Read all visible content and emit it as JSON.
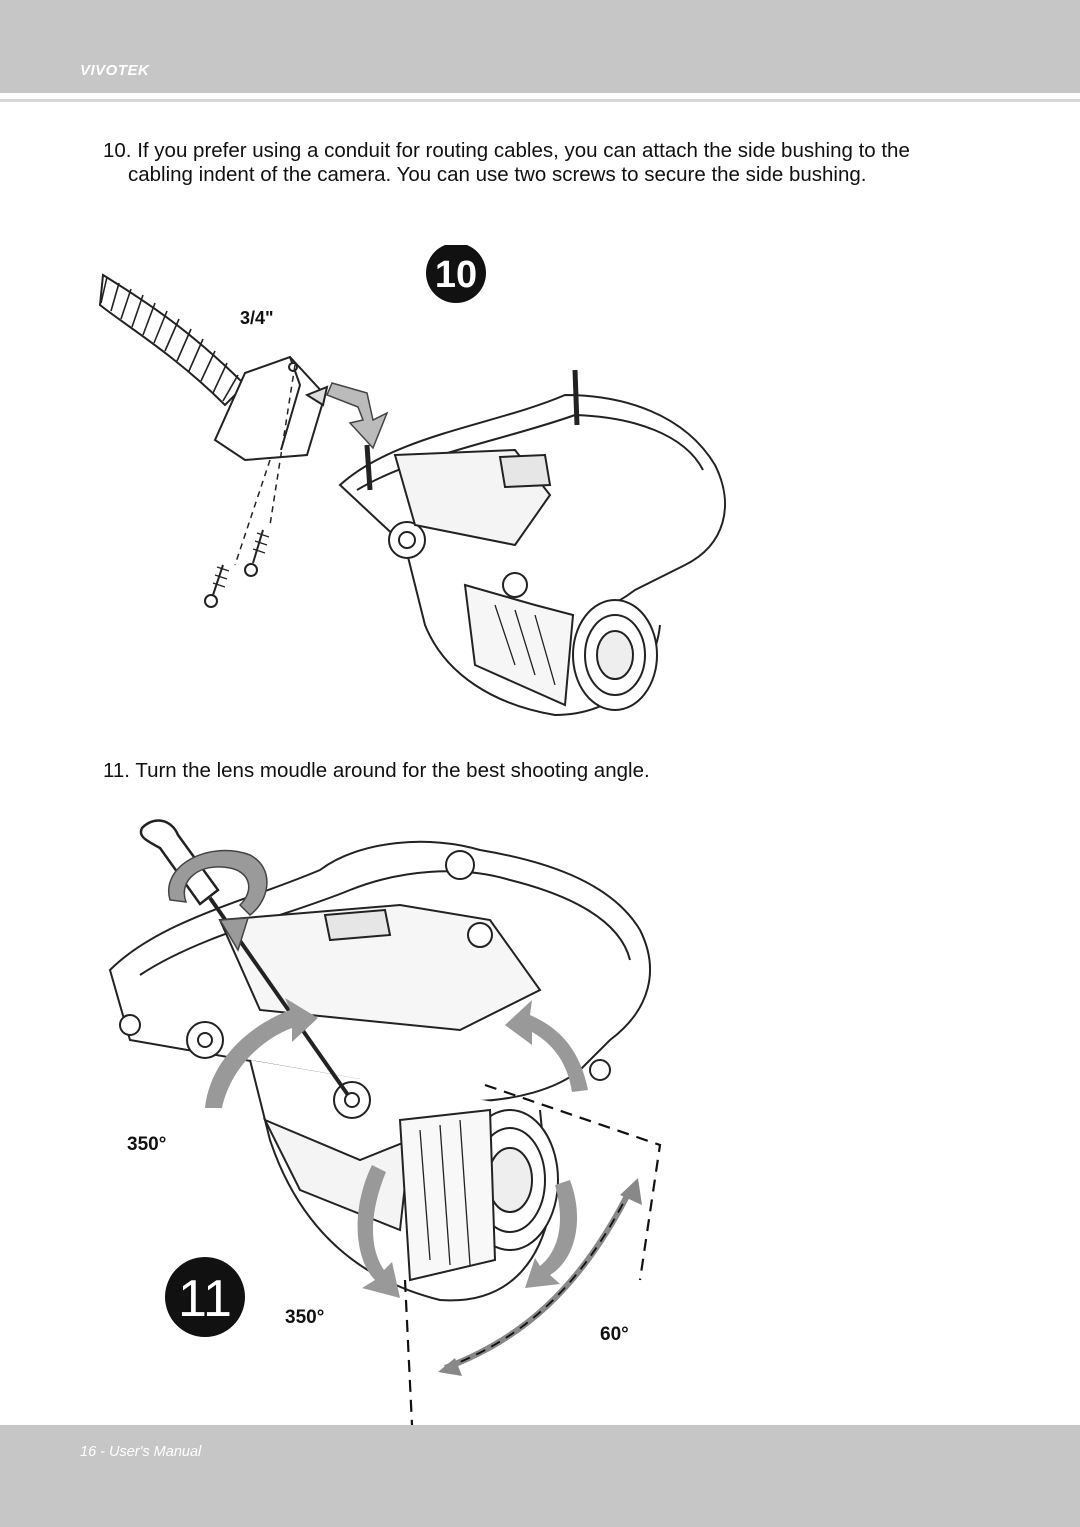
{
  "header": {
    "brand": "VIVOTEK"
  },
  "steps": [
    {
      "number": "10.",
      "line1": "If you prefer using a conduit for routing cables, you can attach the side bushing to the",
      "line2": "cabling indent of the camera. You can use two screws to secure the side bushing."
    },
    {
      "number": "11.",
      "line1": "Turn the lens moudle around for the best shooting angle."
    }
  ],
  "figure10": {
    "badge": "10",
    "conduit_size": "3/4\""
  },
  "figure11": {
    "badge": "11",
    "pan_angle": "350°",
    "rotate_angle": "350°",
    "tilt_angle": "60°"
  },
  "footer": {
    "page_label": "16 - User's Manual"
  }
}
